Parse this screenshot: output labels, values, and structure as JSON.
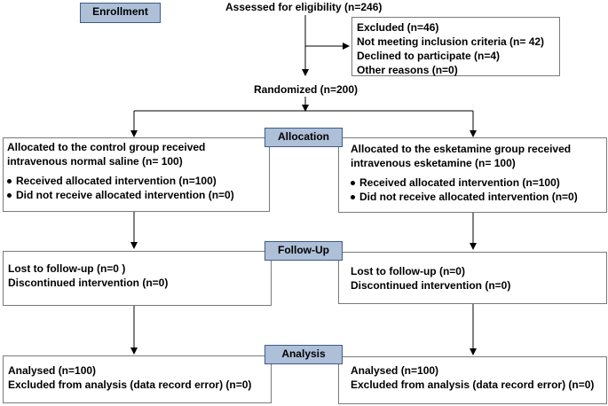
{
  "enrollment": {
    "label": "Enrollment",
    "assessed": "Assessed for eligibility (n=246)",
    "excluded": [
      "Excluded  (n=46)",
      "Not meeting inclusion criteria (n= 42)",
      "Declined to participate (n=4)",
      "Other reasons (n=0)"
    ],
    "randomized": "Randomized (n=200)"
  },
  "allocation": {
    "label": "Allocation",
    "control": {
      "title_line1": "Allocated to the control group received",
      "title_line2": "intravenous normal saline (n= 100)",
      "received": "Received allocated intervention (n=100)",
      "not_received": "Did not receive allocated intervention (n=0)"
    },
    "esketamine": {
      "title_line1": "Allocated to the esketamine group received",
      "title_line2": "intravenous esketamine (n= 100)",
      "received": "Received allocated intervention (n=100)",
      "not_received": "Did not receive allocated intervention (n=0)"
    }
  },
  "followup": {
    "label": "Follow-Up",
    "control": {
      "lost": "Lost to follow-up (n=0 )",
      "discontinued": "Discontinued intervention (n=0)"
    },
    "esketamine": {
      "lost": "Lost to follow-up (n=0)",
      "discontinued": "Discontinued intervention (n=0)"
    }
  },
  "analysis": {
    "label": "Analysis",
    "control": {
      "analysed": "Analysed  (n=100)",
      "excluded": "Excluded from analysis (data record error) (n=0)"
    },
    "esketamine": {
      "analysed": "Analysed  (n=100)",
      "excluded": "Excluded from analysis (data record error) (n=0)"
    }
  }
}
